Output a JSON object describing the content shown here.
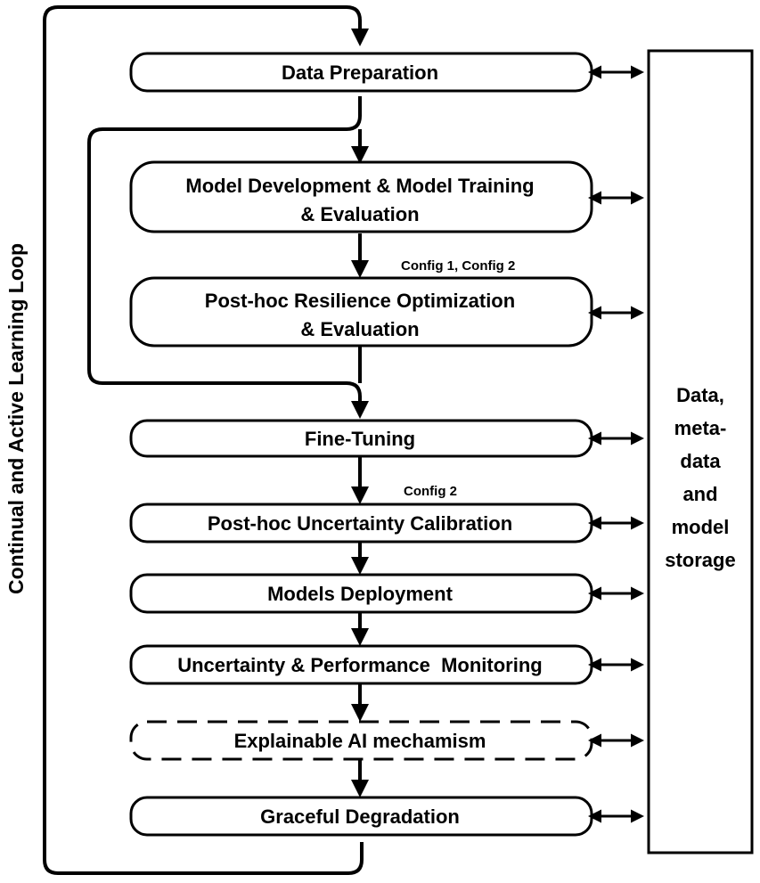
{
  "loop_label": "Continual and Active Learning Loop",
  "steps": {
    "data_preparation": "Data Preparation",
    "model_development_line1": "Model Development & Model Training",
    "model_development_line2": "& Evaluation",
    "resilience_line1": "Post-hoc Resilience Optimization",
    "resilience_line2": "& Evaluation",
    "fine_tuning": "Fine-Tuning",
    "uncertainty_calibration": "Post-hoc Uncertainty Calibration",
    "models_deployment": "Models Deployment",
    "monitoring": "Uncertainty & Performance  Monitoring",
    "explainable_ai": "Explainable AI mechamism",
    "graceful_degradation": "Graceful Degradation"
  },
  "annotations": {
    "config_both": "Config 1, Config 2",
    "config_two": "Config 2"
  },
  "storage": {
    "line1": "Data,",
    "line2": "meta-",
    "line3": "data",
    "line4": "and",
    "line5": "model",
    "line6": "storage"
  }
}
